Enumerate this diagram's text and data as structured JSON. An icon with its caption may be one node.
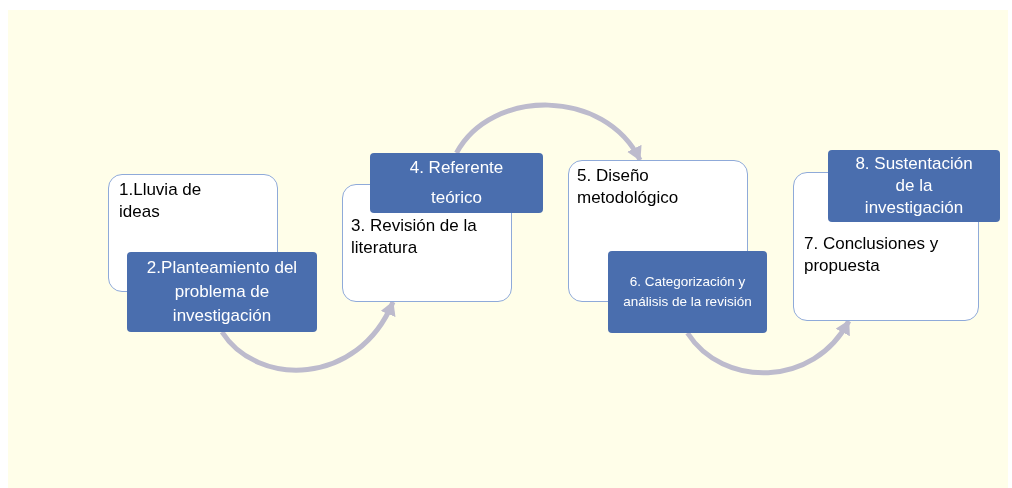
{
  "diagram": {
    "nodes": [
      {
        "text": [
          "1.Lluvia de ideas"
        ]
      },
      {
        "text": [
          "2.Planteamiento del problema de investigación"
        ]
      },
      {
        "text": [
          "3. Revisión de la literatura"
        ]
      },
      {
        "text": [
          "4. Referente teórico"
        ]
      },
      {
        "text": [
          "5. Diseño metodológico"
        ]
      },
      {
        "text": [
          "6. Categorización y análisis de la revisión"
        ]
      },
      {
        "text": [
          "7. Conclusiones y propuesta"
        ]
      },
      {
        "text": [
          "8. Sustentación de la investigación"
        ]
      }
    ],
    "edges": [
      {
        "from": 1,
        "to": 2,
        "arrow": "to"
      },
      {
        "from": 3,
        "to": 4,
        "arrow": "to"
      },
      {
        "from": 5,
        "to": 6,
        "arrow": "to"
      }
    ]
  }
}
